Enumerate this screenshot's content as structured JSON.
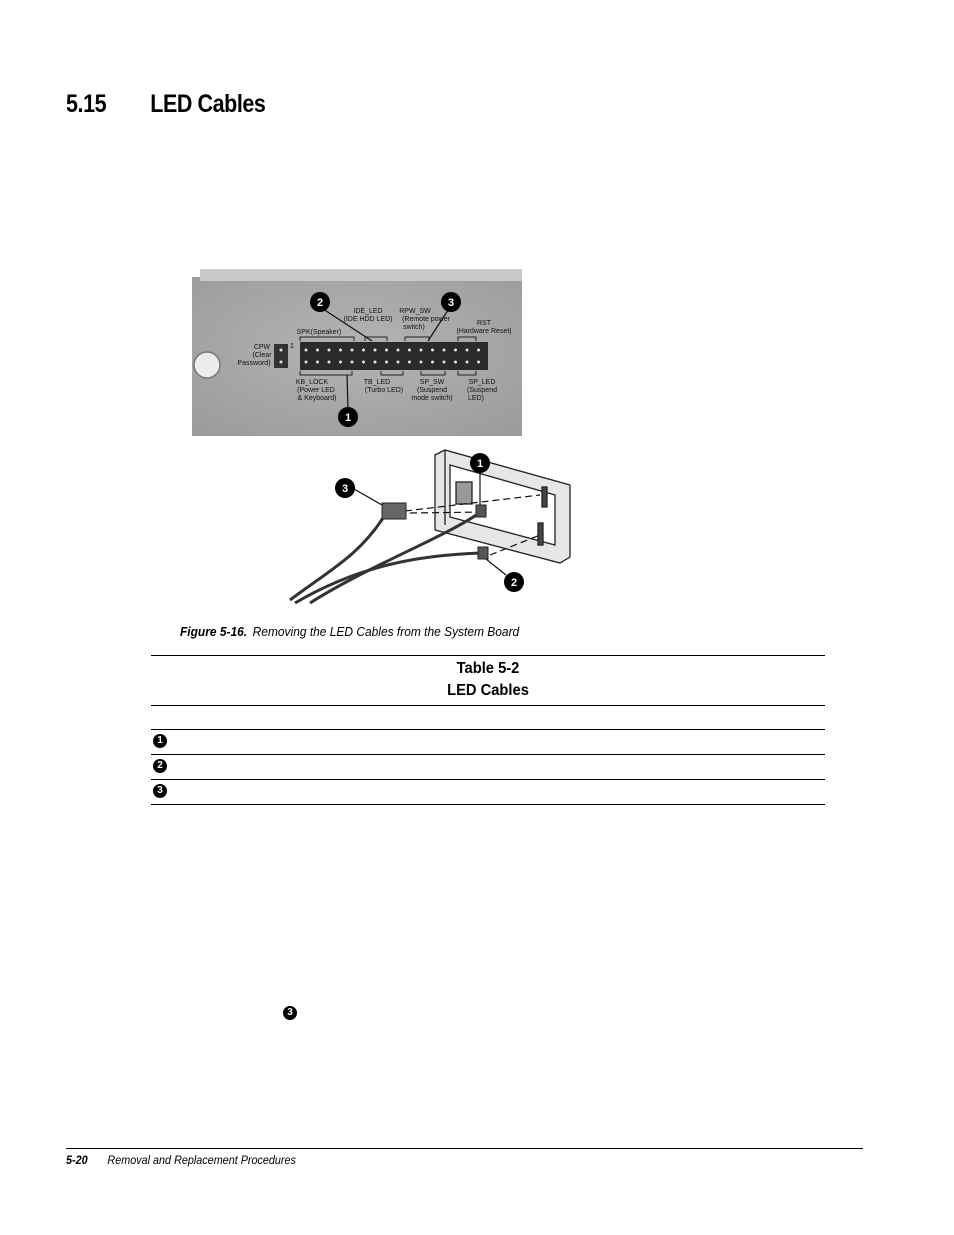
{
  "section": {
    "number": "5.15",
    "title": "LED Cables"
  },
  "board_figure": {
    "callouts": [
      "1",
      "2",
      "3"
    ],
    "labels": {
      "cpw": [
        "CPW",
        "(Clear",
        "Password)"
      ],
      "cpw_pin": "1",
      "spk": "SPK(Speaker)",
      "ide": [
        "IDE_LED",
        "(IDE HDD LED)"
      ],
      "rpw": [
        "RPW_SW",
        "(Remote power",
        "switch)"
      ],
      "rst": [
        "RST",
        "(Hardware Reset)"
      ],
      "kb": [
        "KB_LOCK",
        "(Power LED",
        "& Keyboard)"
      ],
      "tb": [
        "TB_LED",
        "(Turbo LED)"
      ],
      "sp_sw": [
        "SP_SW",
        "(Suspend",
        "mode switch)"
      ],
      "sp_led": [
        "SP_LED",
        "(Suspend",
        "LED)"
      ]
    }
  },
  "cable_figure": {
    "callouts": [
      "1",
      "2",
      "3"
    ]
  },
  "figure": {
    "label": "Figure 5-16.",
    "caption": "Removing the LED Cables from the System Board"
  },
  "table": {
    "number": "Table 5-2",
    "title": "LED Cables",
    "rows": [
      {
        "callout": "1"
      },
      {
        "callout": "2"
      },
      {
        "callout": "3"
      }
    ]
  },
  "body_callout": "3",
  "footer": {
    "page": "5-20",
    "chapter": "Removal and Replacement Procedures"
  },
  "colors": {
    "board": "#a9a9a9",
    "callout_fill": "#000000"
  }
}
